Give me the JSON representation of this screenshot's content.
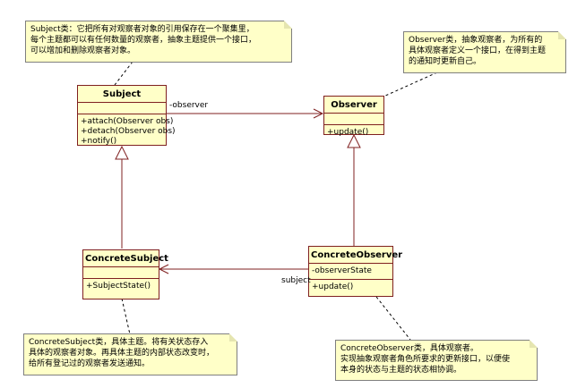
{
  "notes": {
    "subject_note": [
      "Subject类：它把所有对观察者对象的引用保存在一个聚集里，",
      "每个主题都可以有任何数量的观察者，抽象主题提供一个接口，",
      "可以增加和删除观察者对象。"
    ],
    "observer_note": [
      "Observer类，抽象观察者，为所有的",
      "具体观察者定义一个接口，在得到主题",
      "的通知时更新自己。"
    ],
    "concrete_subject_note": [
      "ConcreteSubject类，具体主题。将有关状态存入",
      "具体的观察者对象。再具体主题的内部状态改变时，",
      "给所有登记过的观察者发送通知。"
    ],
    "concrete_observer_note": [
      "ConcreteObserver类，具体观察者。",
      "实现抽象观察者角色所要求的更新接口，以便使",
      "本身的状态与主题的状态相协调。"
    ]
  },
  "classes": {
    "subject": {
      "name": "Subject",
      "attributes": [],
      "methods": [
        "+attach(Observer obs)",
        "+detach(Observer obs)",
        "+notify()"
      ]
    },
    "observer": {
      "name": "Observer",
      "attributes": [],
      "methods": [
        "+update()"
      ]
    },
    "concrete_subject": {
      "name": "ConcreteSubject",
      "attributes": [],
      "methods": [
        "+SubjectState()"
      ]
    },
    "concrete_observer": {
      "name": "ConcreteObserver",
      "attributes": [
        "-observerState"
      ],
      "methods": [
        "+update()"
      ]
    }
  },
  "labels": {
    "observer_role": "-observer",
    "subject_role": "subject"
  }
}
